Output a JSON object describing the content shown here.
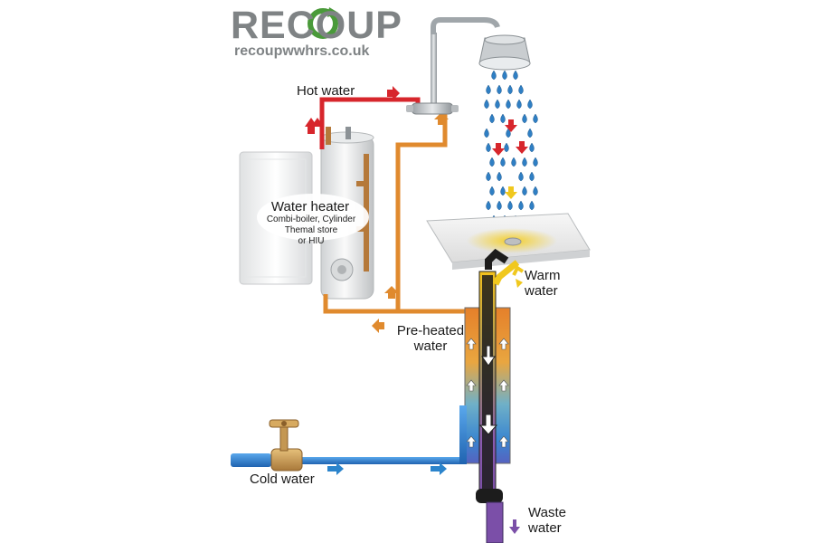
{
  "logo": {
    "word": "RECOUP",
    "url": "recoupwwhrs.co.uk",
    "colors": {
      "grey": "#7f8385",
      "green": "#4a9a3a"
    }
  },
  "labels": {
    "hot_water": "Hot water",
    "water_heater_title": "Water heater",
    "water_heater_line1": "Combi-boiler, Cylinder",
    "water_heater_line2": "Themal store",
    "water_heater_line3": "or HIU",
    "warm_water_line1": "Warm",
    "warm_water_line2": "water",
    "preheated_line1": "Pre-heated",
    "preheated_line2": "water",
    "cold_water": "Cold water",
    "waste_line1": "Waste",
    "waste_line2": "water"
  },
  "colors": {
    "hot": "#d7262c",
    "preheated": "#e08a2e",
    "cold": "#2b84cc",
    "warm": "#f0c81e",
    "waste": "#7b4fa8",
    "drops": "#2f7fc4"
  }
}
